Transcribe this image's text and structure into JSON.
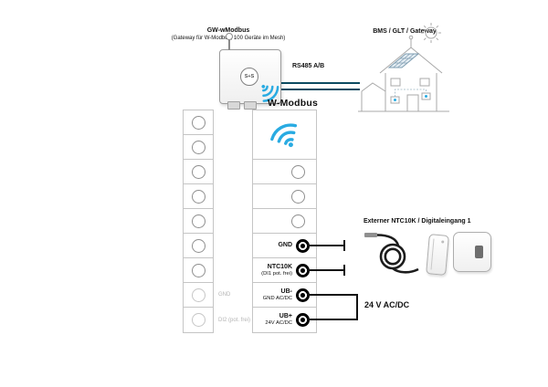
{
  "header": {
    "device_name": "GW-wModbus",
    "device_subtitle": "(Gateway für W-Modbus, 100 Geräte im Mesh)",
    "device_logo": "S+S",
    "bms_label": "BMS / GLT / Gateway",
    "rs485_label": "RS485 A/B",
    "wmodbus_label": "W-Modbus"
  },
  "terminal_block": {
    "left_gray_labels": [
      "GND",
      "DI2 (pot. frei)"
    ],
    "terminals": [
      {
        "name": "GND",
        "sub": ""
      },
      {
        "name": "NTC10K",
        "sub": "(DI1 pot. frei)"
      },
      {
        "name": "UB-",
        "sub": "GND AC/DC"
      },
      {
        "name": "UB+",
        "sub": "24V AC/DC"
      }
    ]
  },
  "right_side": {
    "sensor_label": "Externer NTC10K / Digitaleingang 1",
    "power_label": "24 V AC/DC"
  },
  "colors": {
    "accent_blue": "#29abe2",
    "rs485_wire": "#0b4a60",
    "wire_black": "#111111",
    "grid_gray": "#c5c5c5",
    "muted_gray": "#b4b4b4"
  }
}
